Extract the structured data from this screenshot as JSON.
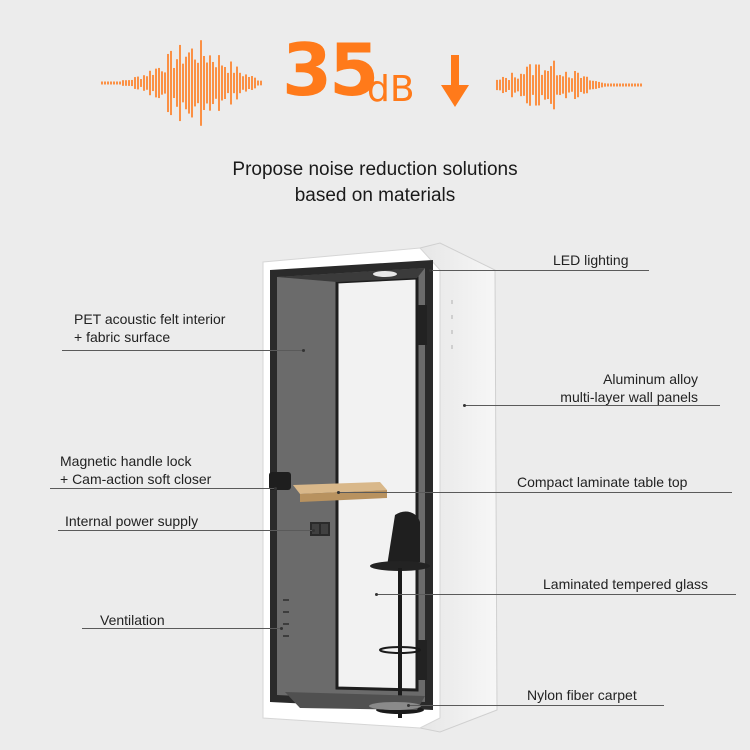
{
  "header": {
    "value": "35",
    "unit": "dB",
    "subtitle_line1": "Propose noise reduction solutions",
    "subtitle_line2": "based on materials",
    "accent_color": "#ff7a1a",
    "arrow_icon": "arrow-down-icon",
    "wave_icon": "sound-wave-icon"
  },
  "labels": {
    "led": "LED lighting",
    "pet_line1": "PET acoustic felt interior",
    "pet_line2": "+ fabric surface",
    "alu_line1": "Aluminum alloy",
    "alu_line2": "multi-layer wall panels",
    "magnetic_line1": "Magnetic handle lock",
    "magnetic_line2": "+ Cam-action soft closer",
    "table": "Compact laminate table top",
    "power": "Internal power supply",
    "glass": "Laminated tempered glass",
    "ventilation": "Ventilation",
    "carpet": "Nylon fiber carpet"
  }
}
